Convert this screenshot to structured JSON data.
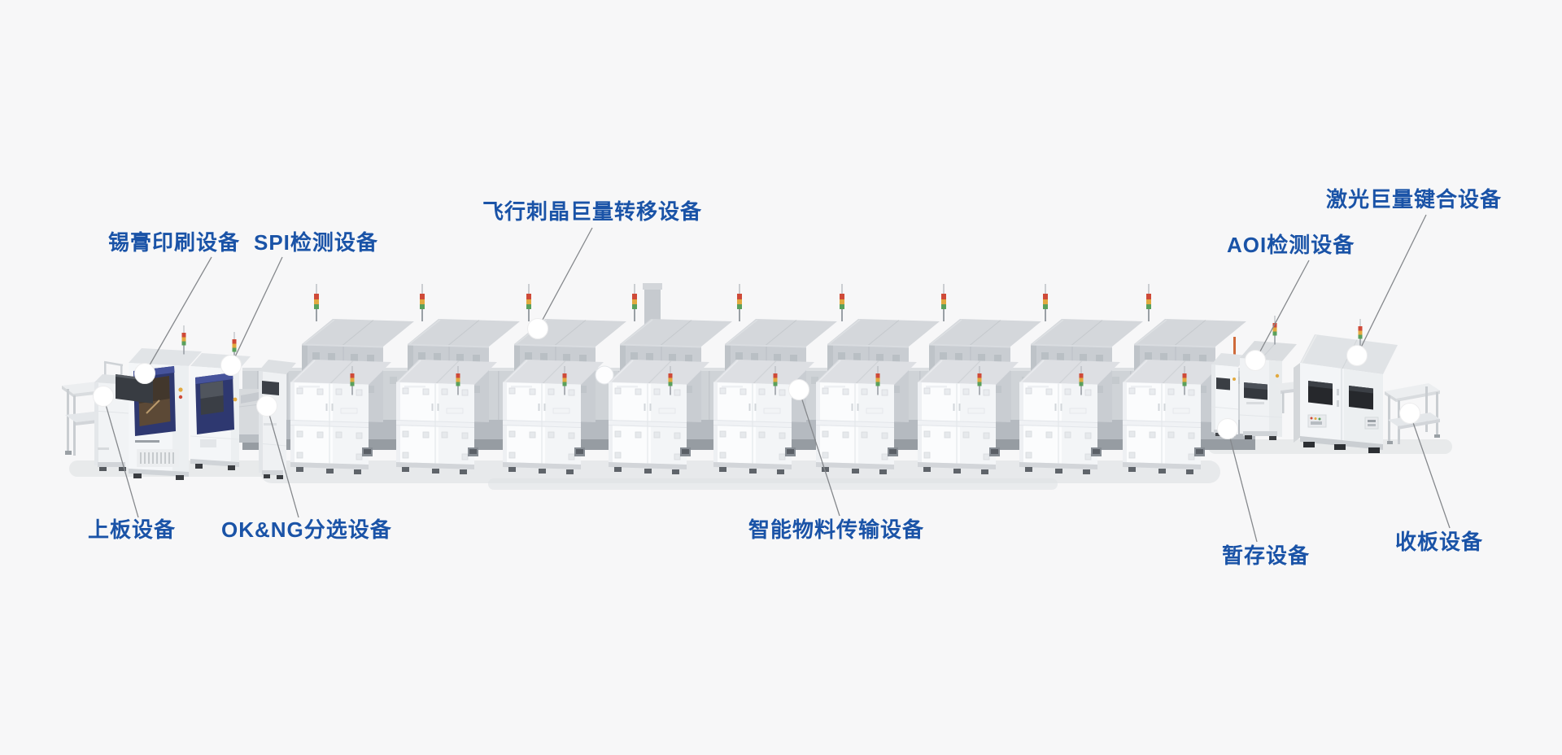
{
  "page": {
    "background_color": "#f7f7f8",
    "description": "Mini-LED SMT production line equipment diagram"
  },
  "style": {
    "label_color": "#1a53a7",
    "leader_line_color": "#85888c",
    "marker_color": "#ffffff",
    "canopy_blue": "#2e3870",
    "stack_light_colors": {
      "red": "#cf4a38",
      "amber": "#e2a93f",
      "green": "#5aa05c"
    }
  },
  "callouts": {
    "solder_printer": "锡膏印刷设备",
    "spi": "SPI检测设备",
    "transfer": "飞行刺晶巨量转移设备",
    "laser_bonding": "激光巨量键合设备",
    "aoi": "AOI检测设备",
    "loader": "上板设备",
    "sorter": "OK&NG分选设备",
    "material": "智能物料传输设备",
    "buffer": "暂存设备",
    "collector": "收板设备"
  }
}
